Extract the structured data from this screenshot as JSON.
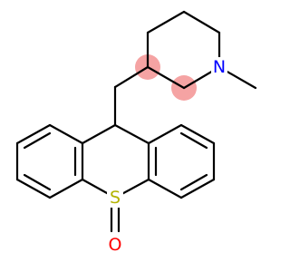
{
  "molecule": {
    "atoms": {
      "nitrogen": {
        "symbol": "N",
        "color": "#0000ff"
      },
      "sulfur": {
        "symbol": "S",
        "color": "#b3b300"
      },
      "oxygen": {
        "symbol": "O",
        "color": "#ff0000"
      }
    },
    "colors": {
      "bond": "#000000",
      "highlight": "#f5a3a3"
    }
  }
}
